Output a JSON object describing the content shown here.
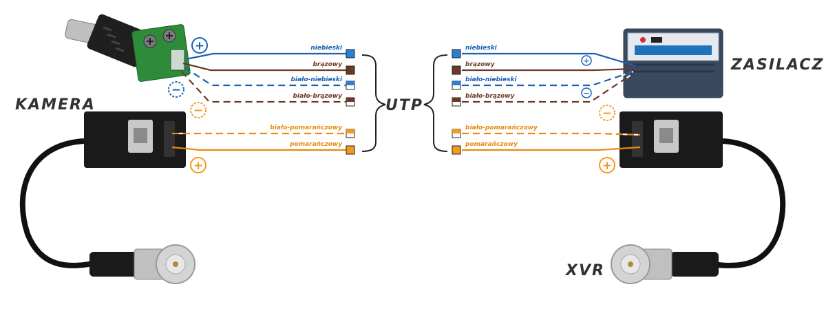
{
  "labels": {
    "camera": "KAMERA",
    "utp": "UTP",
    "power": "ZASILACZ",
    "xvr": "XVR"
  },
  "wires": [
    {
      "name": "niebieski",
      "color": "#1a5fb4",
      "box": "#2b7fd4"
    },
    {
      "name": "brązowy",
      "color": "#6b3a24",
      "box": "#6b3a24"
    },
    {
      "name": "biało-niebieski",
      "color": "#1a5fb4",
      "box": "#2b7fd4"
    },
    {
      "name": "biało-brązowy",
      "color": "#6b3a24",
      "box": "#6b3a24"
    },
    {
      "name": "biało-pomarańczowy",
      "color": "#e88a10",
      "box": "#f39a1c"
    },
    {
      "name": "pomarańczowy",
      "color": "#e88a10",
      "box": "#f39a1c"
    }
  ],
  "signs": {
    "plus": "+",
    "minus": "−"
  },
  "colors": {
    "blue": "#1a5fb4",
    "brown": "#6b3a24",
    "orange": "#f39a1c",
    "text": "#333333"
  }
}
